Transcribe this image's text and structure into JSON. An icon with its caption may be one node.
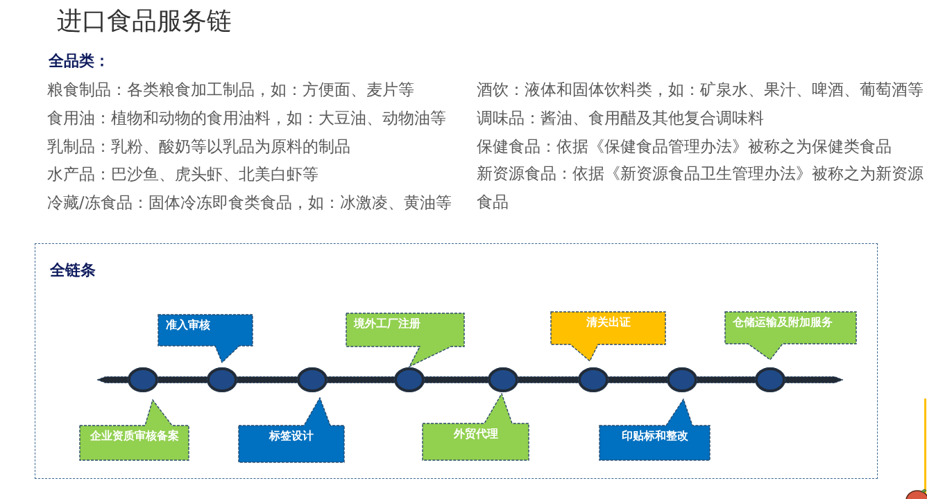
{
  "diagram": {
    "title": "进口食品服务链",
    "nodes": [
      {
        "text": [
          "全链条"
        ]
      },
      {
        "text": [
          "企业资质审核备案"
        ],
        "in": 0
      },
      {
        "text": [
          "准入审核"
        ],
        "in": 0
      },
      {
        "text": [
          "标签设计"
        ],
        "in": 0
      },
      {
        "text": [
          "境外工厂注册"
        ],
        "in": 0
      },
      {
        "text": [
          "外贸代理"
        ],
        "in": 0
      },
      {
        "text": [
          "清关出证"
        ],
        "in": 0
      },
      {
        "text": [
          "印贴标和整改"
        ],
        "in": 0
      },
      {
        "text": [
          "仓储运输及附加服务"
        ],
        "in": 0
      }
    ],
    "labels": [
      "全品类：",
      "粮食制品：各类粮食加工制品，如：方便面、麦片等",
      "食用油：植物和动物的食用油料，如：大豆油、动物油等",
      "乳制品：乳粉、酸奶等以乳品为原料的制品",
      "水产品：巴沙鱼、虎头虾、北美白虾等",
      "冷藏/冻食品：固体冷冻即食类食品，如：冰激凌、黄油等",
      "酒饮：液体和固体饮料类，如：矿泉水、果汁、啤酒、葡萄酒等",
      "调味品：酱油、食用醋及其他复合调味料",
      "保健食品：依据《保健食品管理办法》被称之为保健类食品",
      "新资源食品：依据《新资源食品卫生管理办法》被称之为新资源食品"
    ]
  }
}
